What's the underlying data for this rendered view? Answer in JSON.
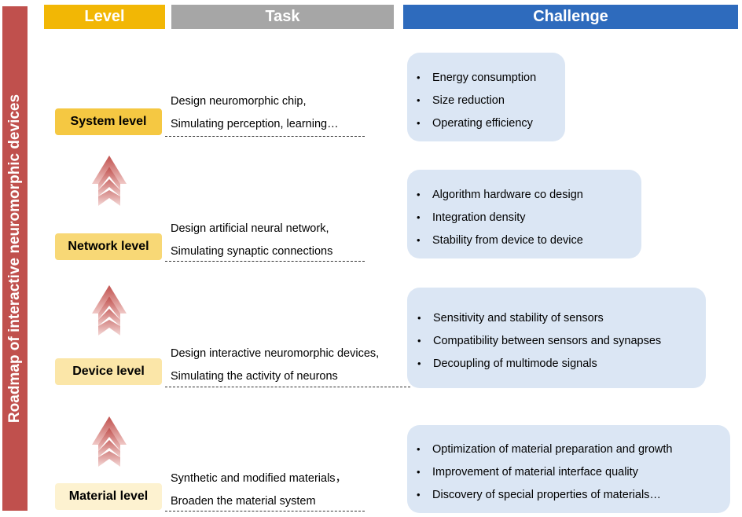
{
  "side_title": "Roadmap of interactive neuromorphic devices",
  "headers": {
    "level": "Level",
    "task": "Task",
    "challenge": "Challenge"
  },
  "levels": [
    {
      "name": "System level",
      "tasks": [
        "Design neuromorphic chip,",
        "Simulating perception, learning…"
      ],
      "challenges": [
        "Energy consumption",
        "Size reduction",
        "Operating efficiency"
      ]
    },
    {
      "name": "Network level",
      "tasks": [
        "Design artificial neural network,",
        "Simulating synaptic connections"
      ],
      "challenges": [
        "Algorithm hardware co design",
        "Integration density",
        "Stability from device to device"
      ]
    },
    {
      "name": "Device level",
      "tasks": [
        "Design interactive neuromorphic devices,",
        "Simulating the activity of neurons"
      ],
      "challenges": [
        "Sensitivity and stability of sensors",
        "Compatibility between sensors and synapses",
        "Decoupling of multimode signals"
      ]
    },
    {
      "name": "Material level",
      "tasks": [
        "Synthetic and modified materials，",
        "Broaden the material system"
      ],
      "challenges": [
        "Optimization of material preparation and growth",
        "Improvement of material interface quality",
        "Discovery of special properties of materials…"
      ]
    }
  ],
  "bullet_char": "•",
  "colors": {
    "side_bar": "#c0504d",
    "level_header": "#f2b705",
    "task_header": "#a6a6a6",
    "challenge_header": "#2e6bbd",
    "challenge_box": "#dbe6f4",
    "arrow": "#c0504d"
  }
}
